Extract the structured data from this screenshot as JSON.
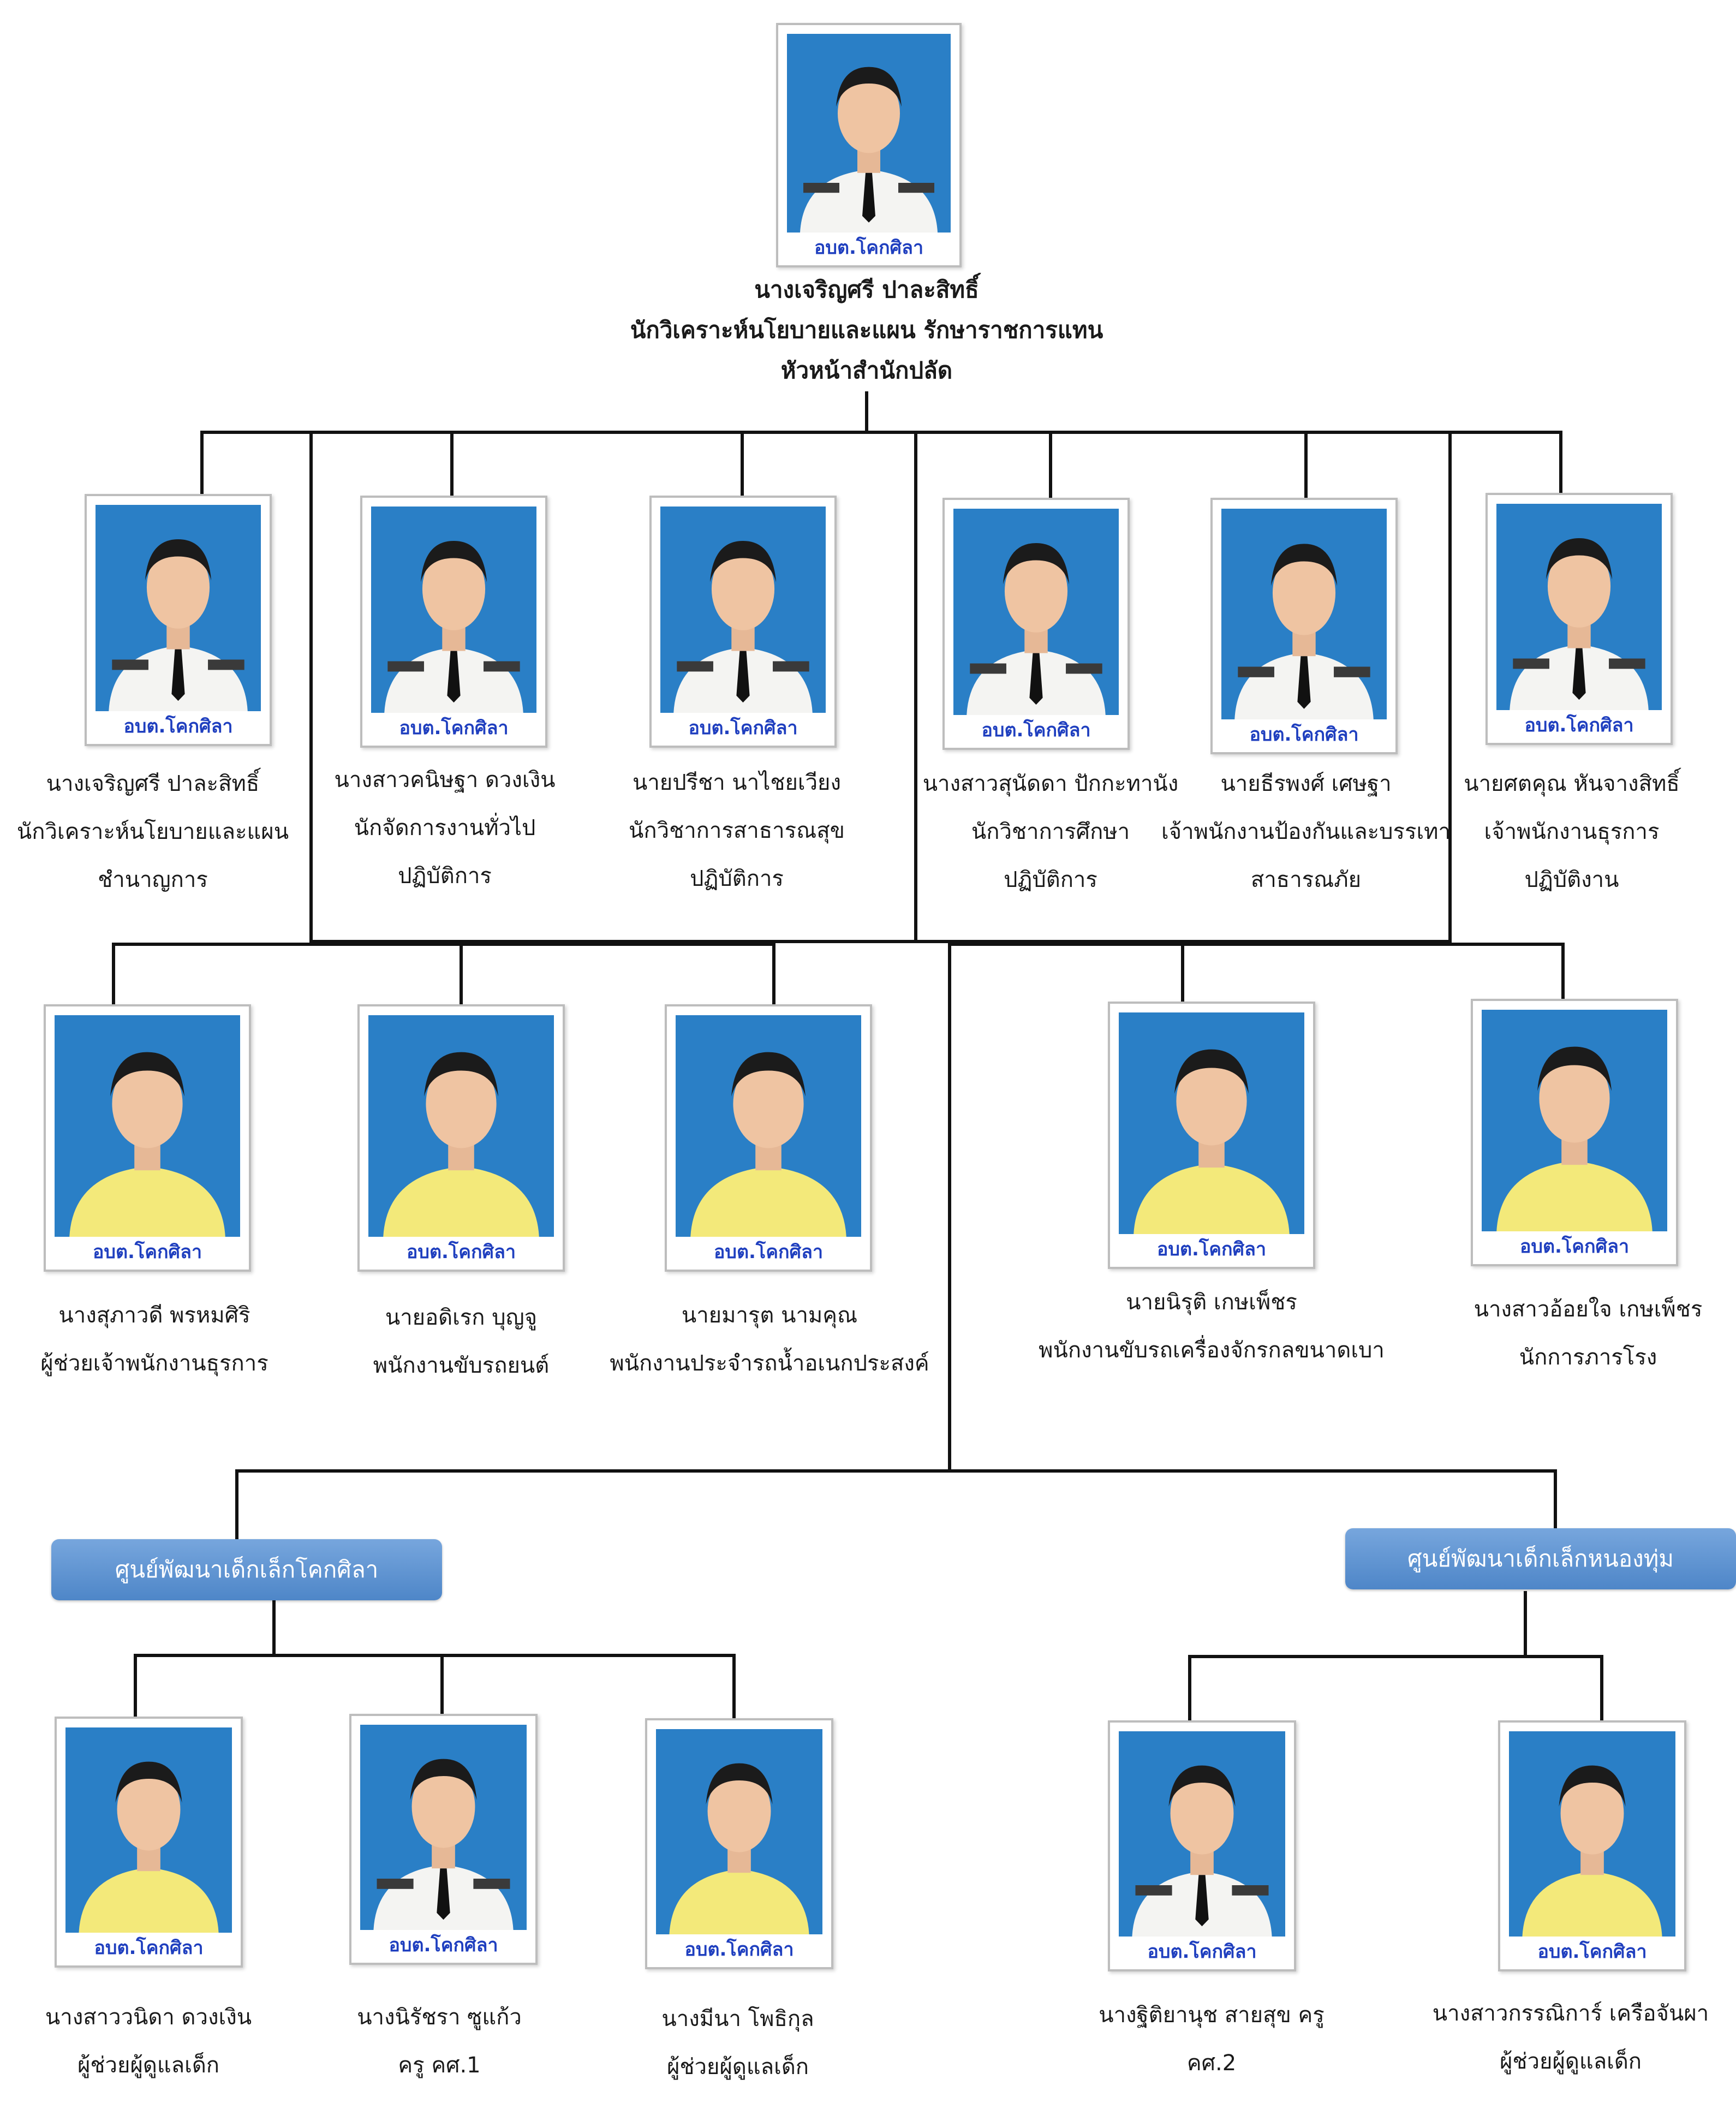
{
  "org_tag": "อบต.โคกศิลา",
  "colors": {
    "line": "#111111",
    "photo_bg_blue": "#2a7fc6",
    "uniform_white": "#f4f4f2",
    "shirt_yellow": "#f3e97a",
    "tag_text": "#1f3fbf",
    "unit_box": "#5b8fd0"
  },
  "head": {
    "name": "นางเจริญศรี  ปาละสิทธิ์",
    "title_line1": "นักวิเคราะห์นโยบายและแผน รักษาราชการแทน",
    "title_line2": "หัวหน้าสำนักปลัด"
  },
  "row1": [
    {
      "name": "นางเจริญศรี ปาละสิทธิ์",
      "line2": "นักวิเคราะห์นโยบายและแผน",
      "line3": "ชำนาญการ",
      "outfit": "uniform"
    },
    {
      "name": "นางสาวคนิษฐา  ดวงเงิน",
      "line2": "นักจัดการงานทั่วไป",
      "line3": "ปฏิบัติการ",
      "outfit": "uniform"
    },
    {
      "name": "นายปรีชา  นาไชยเวียง",
      "line2": "นักวิชาการสาธารณสุข",
      "line3": "ปฏิบัติการ",
      "outfit": "uniform"
    },
    {
      "name": "นางสาวสุนัดดา  ปักกะทานัง",
      "line2": "นักวิชาการศึกษา",
      "line3": "ปฏิบัติการ",
      "outfit": "uniform"
    },
    {
      "name": "นายธีรพงศ์  เศษฐา",
      "line2": "เจ้าพนักงานป้องกันและบรรเทา",
      "line3": "สาธารณภัย",
      "outfit": "uniform"
    },
    {
      "name": "นายศตคุณ  หันจางสิทธิ์",
      "line2": "เจ้าพนักงานธุรการ",
      "line3": "ปฏิบัติงาน",
      "outfit": "uniform"
    }
  ],
  "row2": [
    {
      "name": "นางสุภาวดี  พรหมศิริ",
      "line2": "ผู้ช่วยเจ้าพนักงานธุรการ",
      "outfit": "yellow"
    },
    {
      "name": "นายอดิเรก  บุญจู",
      "line2": "พนักงานขับรถยนต์",
      "outfit": "yellow"
    },
    {
      "name": "นายมารุต  นามคุณ",
      "line2": "พนักงานประจำรถน้ำอเนกประสงค์",
      "outfit": "yellow"
    },
    {
      "name": "นายนิรุติ  เกษเพ็ชร",
      "line2": "พนักงานขับรถเครื่องจักรกลขนาดเบา",
      "outfit": "yellow"
    },
    {
      "name": "นางสาวอ้อยใจ  เกษเพ็ชร",
      "line2": "นักการภารโรง",
      "outfit": "yellow"
    }
  ],
  "units": [
    {
      "label": "ศูนย์พัฒนาเด็กเล็กโคกศิลา"
    },
    {
      "label": "ศูนย์พัฒนาเด็กเล็กหนองทุ่ม"
    }
  ],
  "row3": [
    {
      "name": "นางสาววนิดา ดวงเงิน",
      "line2": "ผู้ช่วยผู้ดูแลเด็ก",
      "outfit": "yellow"
    },
    {
      "name": "นางนิรัชรา  ซูแก้ว",
      "line2": "ครู คศ.1",
      "outfit": "uniform"
    },
    {
      "name": "นางมีนา  โพธิกุล",
      "line2": "ผู้ช่วยผู้ดูแลเด็ก",
      "outfit": "yellow"
    },
    {
      "name": "นางฐิติยานุช  สายสุข ครู",
      "line2": "คศ.2",
      "outfit": "uniform"
    },
    {
      "name": "นางสาวกรรณิการ์ เครือจันผา",
      "line2": "ผู้ช่วยผู้ดูแลเด็ก",
      "outfit": "yellow"
    }
  ]
}
